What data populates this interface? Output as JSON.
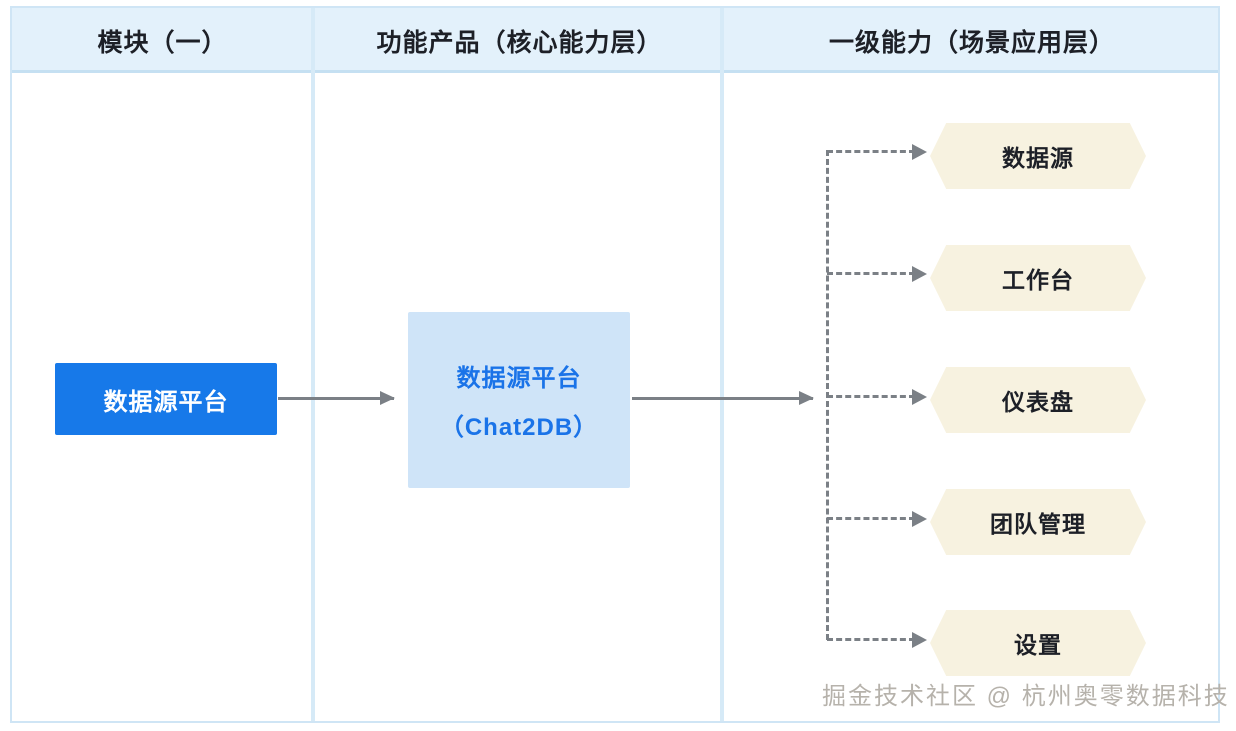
{
  "diagram": {
    "columns": [
      {
        "id": "module",
        "header": "模块（一）"
      },
      {
        "id": "functional-product",
        "header": "功能产品（核心能力层）"
      },
      {
        "id": "primary-capability",
        "header": "一级能力（场景应用层）"
      }
    ],
    "primary_node": {
      "label": "数据源平台",
      "fill": "#1779e9",
      "text_color": "#ffffff"
    },
    "secondary_node": {
      "line1": "数据源平台",
      "line2": "（Chat2DB）",
      "fill": "#cfe4f8",
      "text_color": "#1a73e8"
    },
    "capabilities": [
      {
        "label": "数据源"
      },
      {
        "label": "工作台"
      },
      {
        "label": "仪表盘"
      },
      {
        "label": "团队管理"
      },
      {
        "label": "设置"
      }
    ],
    "connector_color": "#7b8086",
    "hex_fill": "#f7f2e0",
    "header_fill": "#e3f1fb",
    "frame_border": "#cfe5f5"
  },
  "watermark": {
    "text": "掘金技术社区 @ 杭州奥零数据科技"
  }
}
